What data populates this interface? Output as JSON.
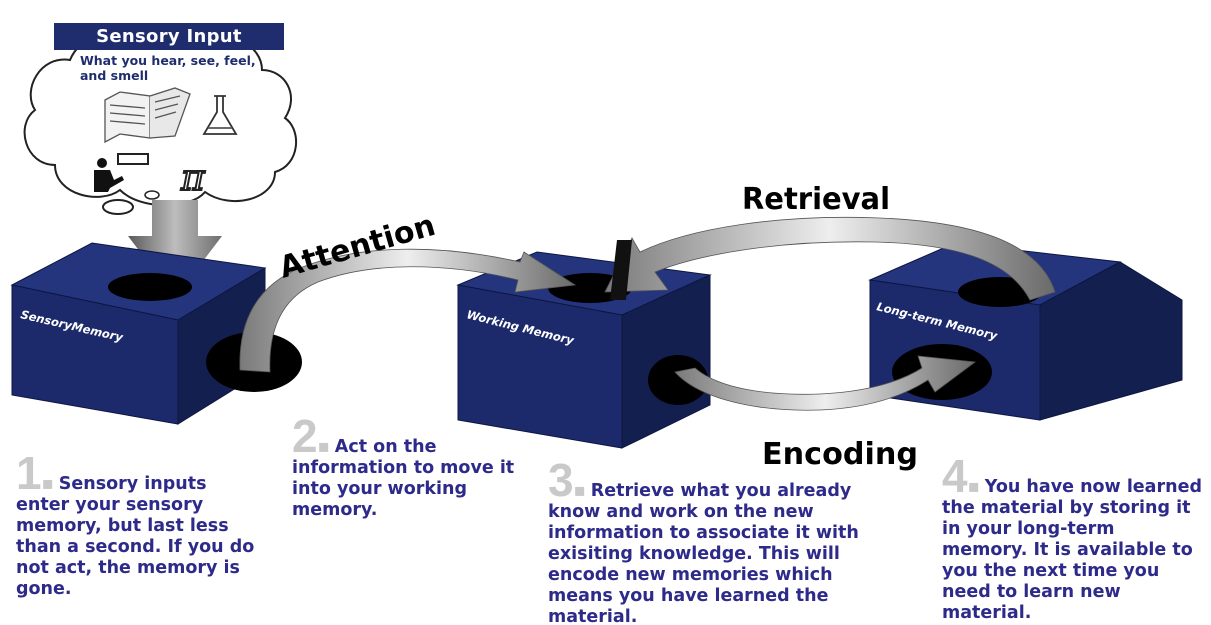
{
  "sensory_input": {
    "title": "Sensory Input",
    "subtitle": "What you hear, see, feel, and smell",
    "icons": [
      "book-icon",
      "flask-icon",
      "teacher-icon",
      "pi-icon"
    ]
  },
  "boxes": {
    "sensory": "SensoryMemory",
    "working": "Working Memory",
    "longterm": "Long-term Memory"
  },
  "arrows": {
    "attention": "Attention",
    "retrieval": "Retrieval",
    "encoding": "Encoding"
  },
  "steps": [
    {
      "number": "1",
      "text": "Sensory inputs enter your sensory memory, but last less than a second.  If you do not act, the memory is gone."
    },
    {
      "number": "2",
      "text": "Act on the information to move it into your working memory."
    },
    {
      "number": "3",
      "text": "Retrieve what you already know and work on the new information to associate it with exisiting knowledge.  This will encode new memories which means you have learned the material."
    },
    {
      "number": "4",
      "text": "You have now learned the material by storing it in your long-term memory.  It is available to you the next time you need to learn new material."
    }
  ],
  "colors": {
    "box_front": "#1c2a6b",
    "box_top": "#24357e",
    "box_side": "#13204f",
    "text_blue": "#2e2a8a",
    "number_gray": "#c9c9c9"
  }
}
